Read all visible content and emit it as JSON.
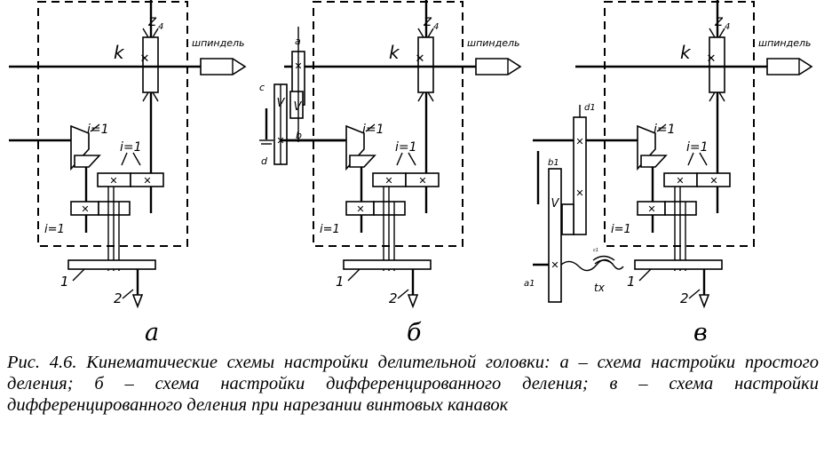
{
  "labels": {
    "z4": "z",
    "z4_sub": "4",
    "k": "k",
    "spindle": "шпиндель",
    "i1": "i=1",
    "one": "1",
    "two": "2",
    "a": "a",
    "b": "b",
    "c": "c",
    "d": "d",
    "a1": "a1",
    "b1": "b1",
    "c1": "c1",
    "d1": "d1",
    "tx": "tx"
  },
  "panel_letters": [
    "а",
    "б",
    "в"
  ],
  "caption": "Рис. 4.6. Кинематические схемы настройки делительной головки: а – схема настройки простого деления; б – схема настройки дифференцированного деления; в – схема настройки дифференцированного деления при нарезании винтовых канавок"
}
